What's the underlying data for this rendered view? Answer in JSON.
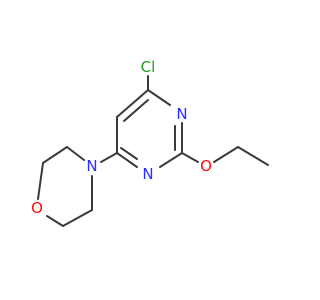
{
  "colors": {
    "bond": "#3a3a3a",
    "carbon": "#3a3a3a",
    "nitrogen": "#2c2cff",
    "oxygen": "#ff0d0d",
    "chlorine": "#1f9d1f"
  },
  "atoms": [
    {
      "id": "Cl",
      "element": "Cl",
      "label": "Cl"
    },
    {
      "id": "N1",
      "element": "N",
      "label": "N"
    },
    {
      "id": "N3",
      "element": "N",
      "label": "N"
    },
    {
      "id": "N_morph",
      "element": "N",
      "label": "N"
    },
    {
      "id": "O_morph",
      "element": "O",
      "label": "O"
    },
    {
      "id": "O_ether",
      "element": "O",
      "label": "O"
    }
  ]
}
